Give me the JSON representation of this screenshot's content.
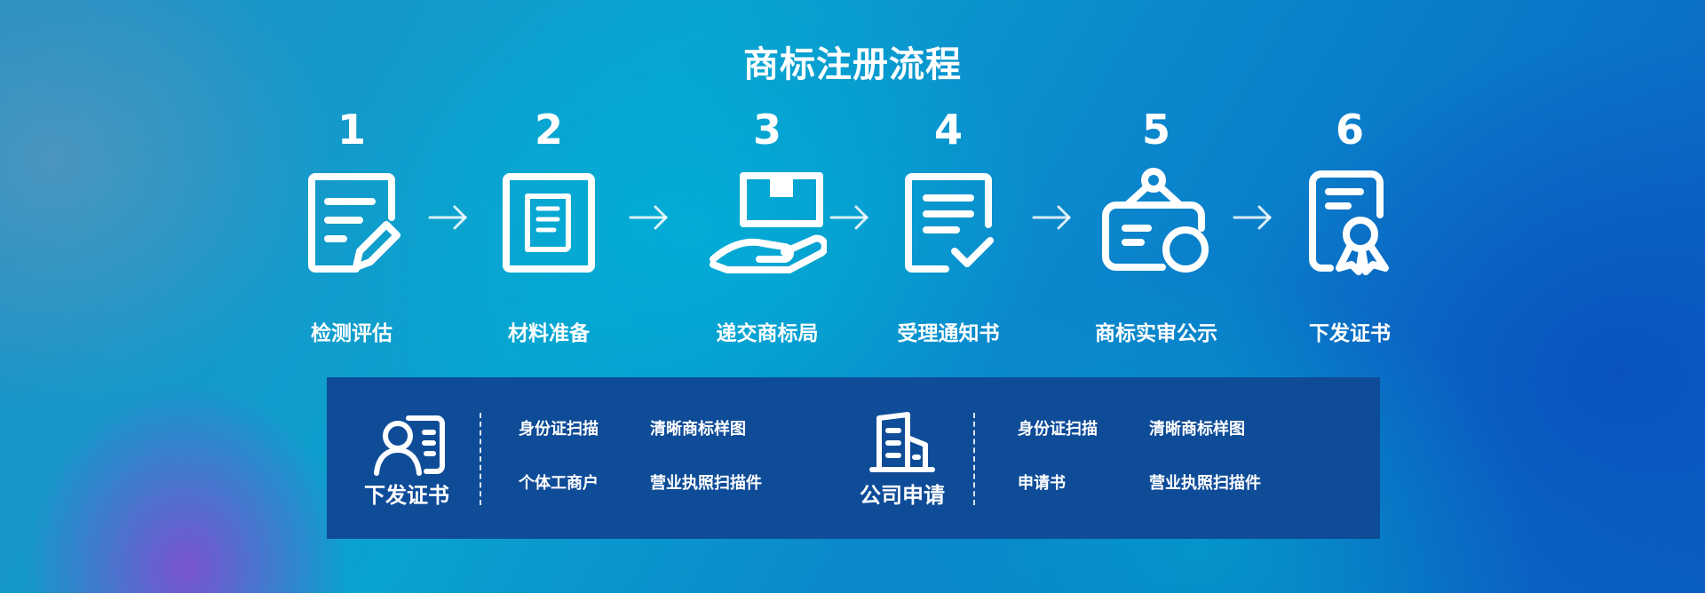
{
  "title": "商标注册流程",
  "steps": [
    {
      "number": "1",
      "label": "检测评估",
      "icon": "edit-document-icon"
    },
    {
      "number": "2",
      "label": "材料准备",
      "icon": "document-icon"
    },
    {
      "number": "3",
      "label": "递交商标局",
      "icon": "hand-box-icon"
    },
    {
      "number": "4",
      "label": "受理通知书",
      "icon": "document-check-icon"
    },
    {
      "number": "5",
      "label": "商标实审公示",
      "icon": "hanging-card-icon"
    },
    {
      "number": "6",
      "label": "下发证书",
      "icon": "certificate-icon"
    }
  ],
  "arrow_icon": "arrow-right-icon",
  "panel": {
    "individual": {
      "title": "下发证书",
      "icon": "person-card-icon",
      "items": [
        "身份证扫描",
        "清晰商标样图",
        "个体工商户",
        "营业执照扫描件"
      ]
    },
    "company": {
      "title": "公司申请",
      "icon": "building-icon",
      "items": [
        "身份证扫描",
        "清晰商标样图",
        "申请书",
        "营业执照扫描件"
      ]
    }
  },
  "colors": {
    "panel_background": "#0e4c98",
    "text": "#ffffff"
  }
}
